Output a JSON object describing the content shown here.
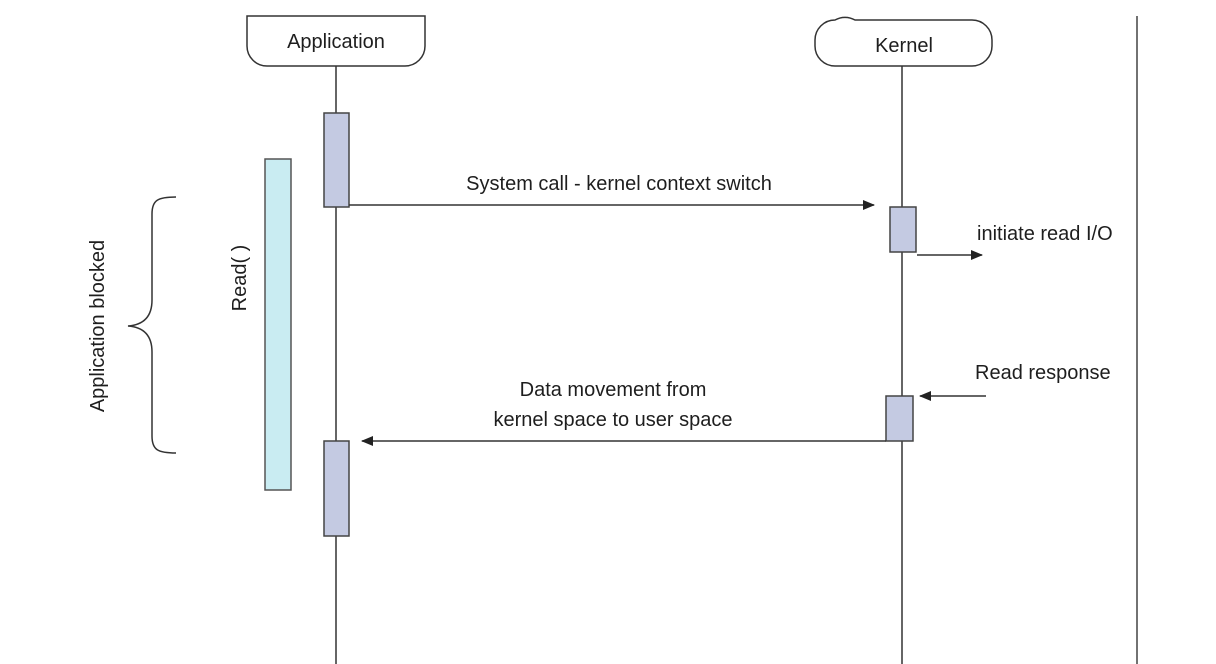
{
  "participants": {
    "application": "Application",
    "kernel": "Kernel"
  },
  "labels": {
    "read_call": "Read( )",
    "application_blocked": "Application blocked"
  },
  "messages": {
    "system_call": "System call - kernel context switch",
    "initiate_read": "initiate read I/O",
    "read_response": "Read response",
    "data_movement_line1": "Data movement from",
    "data_movement_line2": "kernel space to user space"
  },
  "colors": {
    "activation_fill": "#c4cae2",
    "read_bar_fill": "#c9ecf2",
    "line": "#555555",
    "text": "#1e1e1e"
  }
}
